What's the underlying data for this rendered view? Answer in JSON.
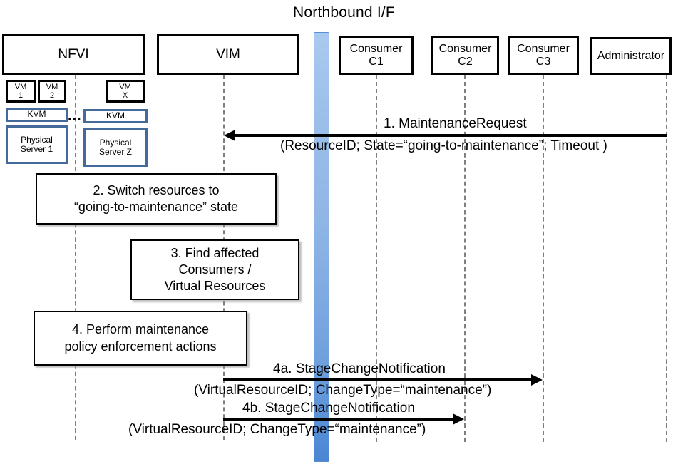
{
  "diagram": {
    "title": "Northbound I/F",
    "interface_bar_name": "Northbound I/F"
  },
  "actors": [
    {
      "id": "nfvi",
      "label": "NFVI"
    },
    {
      "id": "vim",
      "label": "VIM"
    },
    {
      "id": "c1",
      "label": "Consumer\nC1",
      "line1": "Consumer",
      "line2": "C1"
    },
    {
      "id": "c2",
      "label": "Consumer\nC2",
      "line1": "Consumer",
      "line2": "C2"
    },
    {
      "id": "c3",
      "label": "Consumer\nC3",
      "line1": "Consumer",
      "line2": "C3"
    },
    {
      "id": "admin",
      "label": "Administrator"
    }
  ],
  "nfvi_components": {
    "vm1": {
      "line1": "VM",
      "line2": "1"
    },
    "vm2": {
      "line1": "VM",
      "line2": "2"
    },
    "vmx": {
      "line1": "VM",
      "line2": "X"
    },
    "kvm_left": "KVM",
    "kvm_right": "KVM",
    "server_left": {
      "line1": "Physical",
      "line2": "Server 1"
    },
    "server_right": {
      "line1": "Physical",
      "line2": "Server Z"
    },
    "ellipsis": "..."
  },
  "steps": [
    {
      "id": "step2",
      "line1": "2. Switch resources to",
      "line2": "“going-to-maintenance” state"
    },
    {
      "id": "step3",
      "line1": "3. Find affected",
      "line2": "Consumers /",
      "line3": "Virtual Resources"
    },
    {
      "id": "step4",
      "line1": "4. Perform maintenance",
      "line2": "policy enforcement actions"
    }
  ],
  "messages": [
    {
      "id": "msg1",
      "number": "1.",
      "name": "MaintenanceRequest",
      "title": "1.    MaintenanceRequest",
      "params": "(ResourceID; State=“going-to-maintenance”; Timeout )",
      "from": "Administrator",
      "to": "VIM",
      "direction": "right-to-left"
    },
    {
      "id": "msg4a",
      "number": "4a.",
      "name": "StageChangeNotification",
      "title": "4a. StageChangeNotification",
      "params": "(VirtualResourceID; ChangeType=“maintenance”)",
      "from": "VIM",
      "to": "Consumer C3",
      "direction": "left-to-right"
    },
    {
      "id": "msg4b",
      "number": "4b.",
      "name": "StageChangeNotification",
      "title": "4b. StageChangeNotification",
      "params": "(VirtualResourceID; ChangeType=“maintenance”)",
      "from": "VIM",
      "to": "Consumer C2",
      "direction": "left-to-right"
    }
  ],
  "colors": {
    "interface_bar_top": "#a9c9ef",
    "interface_bar_bottom": "#4a86d4",
    "component_border": "#44699b",
    "actor_border": "#000000",
    "lifeline": "#7f7f7f"
  }
}
